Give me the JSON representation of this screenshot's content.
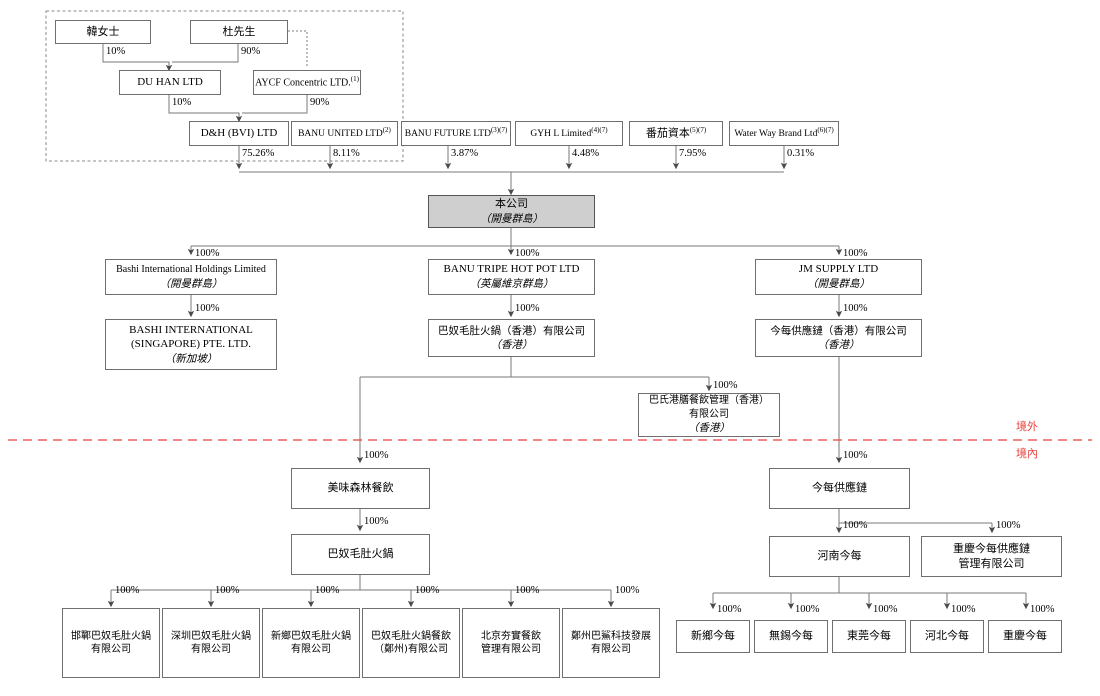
{
  "diagram": {
    "title": "Shareholding and corporate structure chart",
    "zone_labels": {
      "offshore": "境外",
      "onshore": "境內"
    },
    "colors": {
      "shaded_box": "#cfcfcf",
      "zone_text": "#e8413c",
      "line": "#7a7a7a"
    }
  },
  "nodes": {
    "han": {
      "line1": "韓女士"
    },
    "du": {
      "line1": "杜先生"
    },
    "du_han_ltd": {
      "line1": "DU HAN LTD"
    },
    "aycf": {
      "line1": "AYCF Concentric LTD.",
      "sup": "(1)"
    },
    "dh_bvi": {
      "line1": "D&H (BVI) LTD"
    },
    "banu_united": {
      "line1": "BANU UNITED LTD",
      "sup": "(2)"
    },
    "banu_future": {
      "line1": "BANU FUTURE LTD",
      "sup": "(3)(7)"
    },
    "gyh": {
      "line1": "GYH L Limited",
      "sup": "(4)(7)"
    },
    "tomato": {
      "line1": "番茄資本",
      "sup": "(5)(7)"
    },
    "waterway": {
      "line1": "Water Way Brand Ltd",
      "sup": "(6)(7)"
    },
    "company": {
      "line1": "本公司",
      "line2": "（開曼群島）"
    },
    "bashi_holdings": {
      "line1": "Bashi International Holdings Limited",
      "line2": "（開曼群島）"
    },
    "banu_tripe": {
      "line1": "BANU TRIPE HOT POT LTD",
      "line2": "（英屬維京群島）"
    },
    "jm_supply": {
      "line1": "JM SUPPLY LTD",
      "line2": "（開曼群島）"
    },
    "bashi_sg": {
      "line1": "BASHI INTERNATIONAL",
      "line2": "(SINGAPORE) PTE. LTD.",
      "line3": "（新加坡）"
    },
    "banu_hk": {
      "line1": "巴奴毛肚火鍋（香港）有限公司",
      "line2": "（香港）"
    },
    "jinmei_hk": {
      "line1": "今每供應鏈（香港）有限公司",
      "line2": "（香港）"
    },
    "bashi_gangsheng": {
      "line1": "巴氏港膳餐飲管理（香港）",
      "line2": "有限公司",
      "line3": "（香港）"
    },
    "meiwei": {
      "line1": "美味森林餐飲"
    },
    "banu_cn": {
      "line1": "巴奴毛肚火鍋"
    },
    "jinmei_chain": {
      "line1": "今每供應鏈"
    },
    "henan_jinmei": {
      "line1": "河南今每"
    },
    "chongqing_jinmei_mgmt": {
      "line1": "重慶今每供應鏈",
      "line2": "管理有限公司"
    }
  },
  "banu_subsidiaries": [
    {
      "line1": "邯鄲巴奴毛肚火鍋",
      "line2": "有限公司"
    },
    {
      "line1": "深圳巴奴毛肚火鍋",
      "line2": "有限公司"
    },
    {
      "line1": "新鄉巴奴毛肚火鍋",
      "line2": "有限公司"
    },
    {
      "line1": "巴奴毛肚火鍋餐飲",
      "line2": "（鄭州)有限公司"
    },
    {
      "line1": "北京夯實餐飲",
      "line2": "管理有限公司"
    },
    {
      "line1": "鄭州巴鯊科技發展",
      "line2": "有限公司"
    }
  ],
  "jinmei_subsidiaries": [
    {
      "line1": "新鄉今每"
    },
    {
      "line1": "無錫今每"
    },
    {
      "line1": "東莞今每"
    },
    {
      "line1": "河北今每"
    },
    {
      "line1": "重慶今每"
    }
  ],
  "percentages": {
    "han_to_duhan": "10%",
    "du_to_duhan": "90%",
    "duhan_to_dh": "10%",
    "aycf_to_dh": "90%",
    "dh_to_company": "75.26%",
    "banu_united_to_company": "8.11%",
    "banu_future_to_company": "3.87%",
    "gyh_to_company": "4.48%",
    "tomato_to_company": "7.95%",
    "waterway_to_company": "0.31%",
    "company_to_bashi": "100%",
    "company_to_banu_tripe": "100%",
    "company_to_jm": "100%",
    "bashi_to_sg": "100%",
    "banu_tripe_to_hk": "100%",
    "jm_to_hk": "100%",
    "hk_to_gangsheng": "100%",
    "hk_to_meiwei": "100%",
    "meiwei_to_banu_cn": "100%",
    "jinmei_hk_to_chain": "100%",
    "chain_to_henan": "100%",
    "chain_to_chongqing": "100%",
    "banu_sub": [
      "100%",
      "100%",
      "100%",
      "100%",
      "100%",
      "100%"
    ],
    "jinmei_sub": [
      "100%",
      "100%",
      "100%",
      "100%",
      "100%"
    ]
  }
}
